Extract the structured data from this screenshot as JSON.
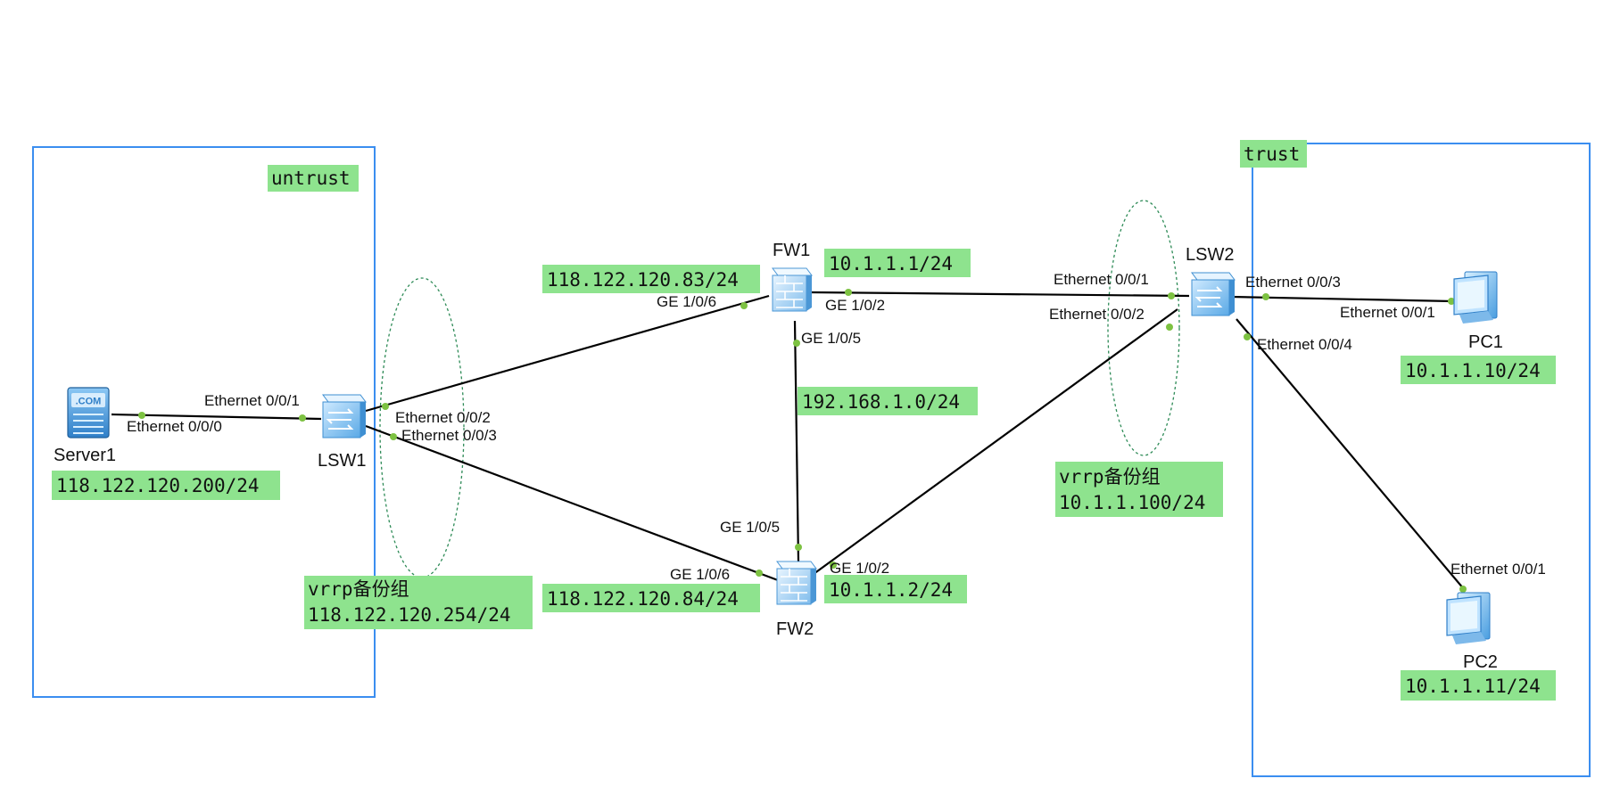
{
  "zones": {
    "untrust": "untrust",
    "trust": "trust"
  },
  "devices": {
    "server1": "Server1",
    "lsw1": "LSW1",
    "fw1": "FW1",
    "fw2": "FW2",
    "lsw2": "LSW2",
    "pc1": "PC1",
    "pc2": "PC2"
  },
  "ports": {
    "server1_e000": "Ethernet 0/0/0",
    "lsw1_e001": "Ethernet 0/0/1",
    "lsw1_e002": "Ethernet 0/0/2",
    "lsw1_e003": "Ethernet 0/0/3",
    "fw1_ge106": "GE 1/0/6",
    "fw1_ge102": "GE 1/0/2",
    "fw1_ge105": "GE 1/0/5",
    "fw2_ge105": "GE 1/0/5",
    "fw2_ge106": "GE 1/0/6",
    "fw2_ge102": "GE 1/0/2",
    "lsw2_e001": "Ethernet 0/0/1",
    "lsw2_e002": "Ethernet 0/0/2",
    "lsw2_e003": "Ethernet 0/0/3",
    "lsw2_e004": "Ethernet 0/0/4",
    "pc1_e001": "Ethernet 0/0/1",
    "pc2_e001": "Ethernet 0/0/1"
  },
  "addresses": {
    "server1": "118.122.120.200/24",
    "fw1_untrust": "118.122.120.83/24",
    "fw1_trust": "10.1.1.1/24",
    "heartbeat": "192.168.1.0/24",
    "fw2_untrust": "118.122.120.84/24",
    "fw2_trust": "10.1.1.2/24",
    "vrrp_untrust_title": "vrrp备份组",
    "vrrp_untrust_ip": "118.122.120.254/24",
    "vrrp_trust_title": "vrrp备份组",
    "vrrp_trust_ip": "10.1.1.100/24",
    "pc1": "10.1.1.10/24",
    "pc2": "10.1.1.11/24"
  },
  "icons": {
    "server": "server-icon",
    "switch": "switch-icon",
    "firewall": "firewall-icon",
    "pc": "pc-icon"
  },
  "colors": {
    "highlight": "#8ee38e",
    "zone_border": "#3b8ef0",
    "port_dot": "#7dc242",
    "vrrp_ring": "#2e8b57"
  }
}
